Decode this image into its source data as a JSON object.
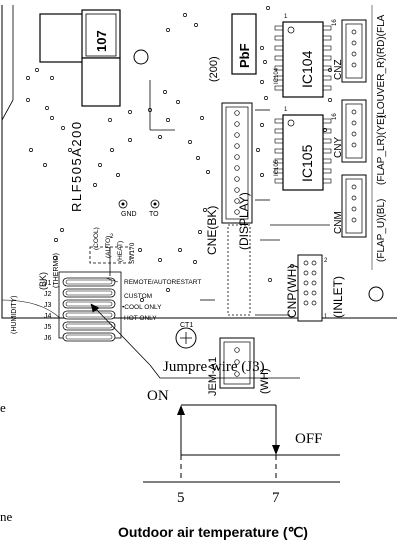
{
  "board": {
    "model": "RLF505A200",
    "ics": [
      "IC104",
      "IC105"
    ],
    "ic_small": [
      "IC104",
      "IC105"
    ],
    "r_ic104": "1",
    "r_ic105": "1",
    "pin_nums": {
      "ic104_top_left": "1",
      "ic104_top_right": "16",
      "ic105_top_left": "1",
      "ic105_top_right": "16"
    },
    "connectors": {
      "cne": "CNE(BK)",
      "display": "(DISPLAY)",
      "cnp": "CNP(WH)",
      "inlet": "(INLET)",
      "jem": "JEM-A1",
      "wh": "(WH)",
      "cnz": "CNZ",
      "cny": "CNY",
      "cnm": "CNM",
      "louver": "(LOUVER_R)(RD)(FLA",
      "flap_lr": "(FLAP_LR)(YE)",
      "flap_u": "(FLAP_U)(BL)"
    },
    "labels": {
      "pbf": "PbF",
      "code_200": "(200)",
      "r107": "107",
      "bk": "(BK)",
      "thermo": "(THERMO)",
      "humidity": "(HUMIDITY)",
      "gnd": "GND",
      "to": "TO",
      "cool": "(COOL)",
      "auto": "(AUTO)",
      "heat": "(HEAT)",
      "sw170": "SW170",
      "ct1": "CT1",
      "pin2": "2",
      "pin5": "5",
      "pin1": "1"
    },
    "jumpers": [
      "J1",
      "J2",
      "J3",
      "J4",
      "J5",
      "J6"
    ],
    "jumper_functions": [
      "REMOTE/AUTORESTART",
      "CUSTOM",
      "•COOL ONLY",
      "HOT ONLY"
    ],
    "callout": "Jumpre wire (J3)"
  },
  "chart": {
    "on_label": "ON",
    "off_label": "OFF",
    "x_ticks": [
      "5",
      "7"
    ],
    "xlabel": "Outdoor air temperature (℃)"
  },
  "chart_data": {
    "type": "line",
    "title": "",
    "xlabel": "Outdoor air temperature (℃)",
    "ylabel": "",
    "x_ticks": [
      5,
      7
    ],
    "series": [
      {
        "values_x": [
          5,
          7
        ],
        "level": "ON",
        "direction": "rising at 5"
      },
      {
        "values_x": [
          5,
          7
        ],
        "level": "OFF",
        "direction": "falling at 7"
      }
    ],
    "states": [
      "ON",
      "OFF"
    ]
  },
  "margin_fragments": {
    "left_e": "e",
    "left_ne": "ne"
  }
}
